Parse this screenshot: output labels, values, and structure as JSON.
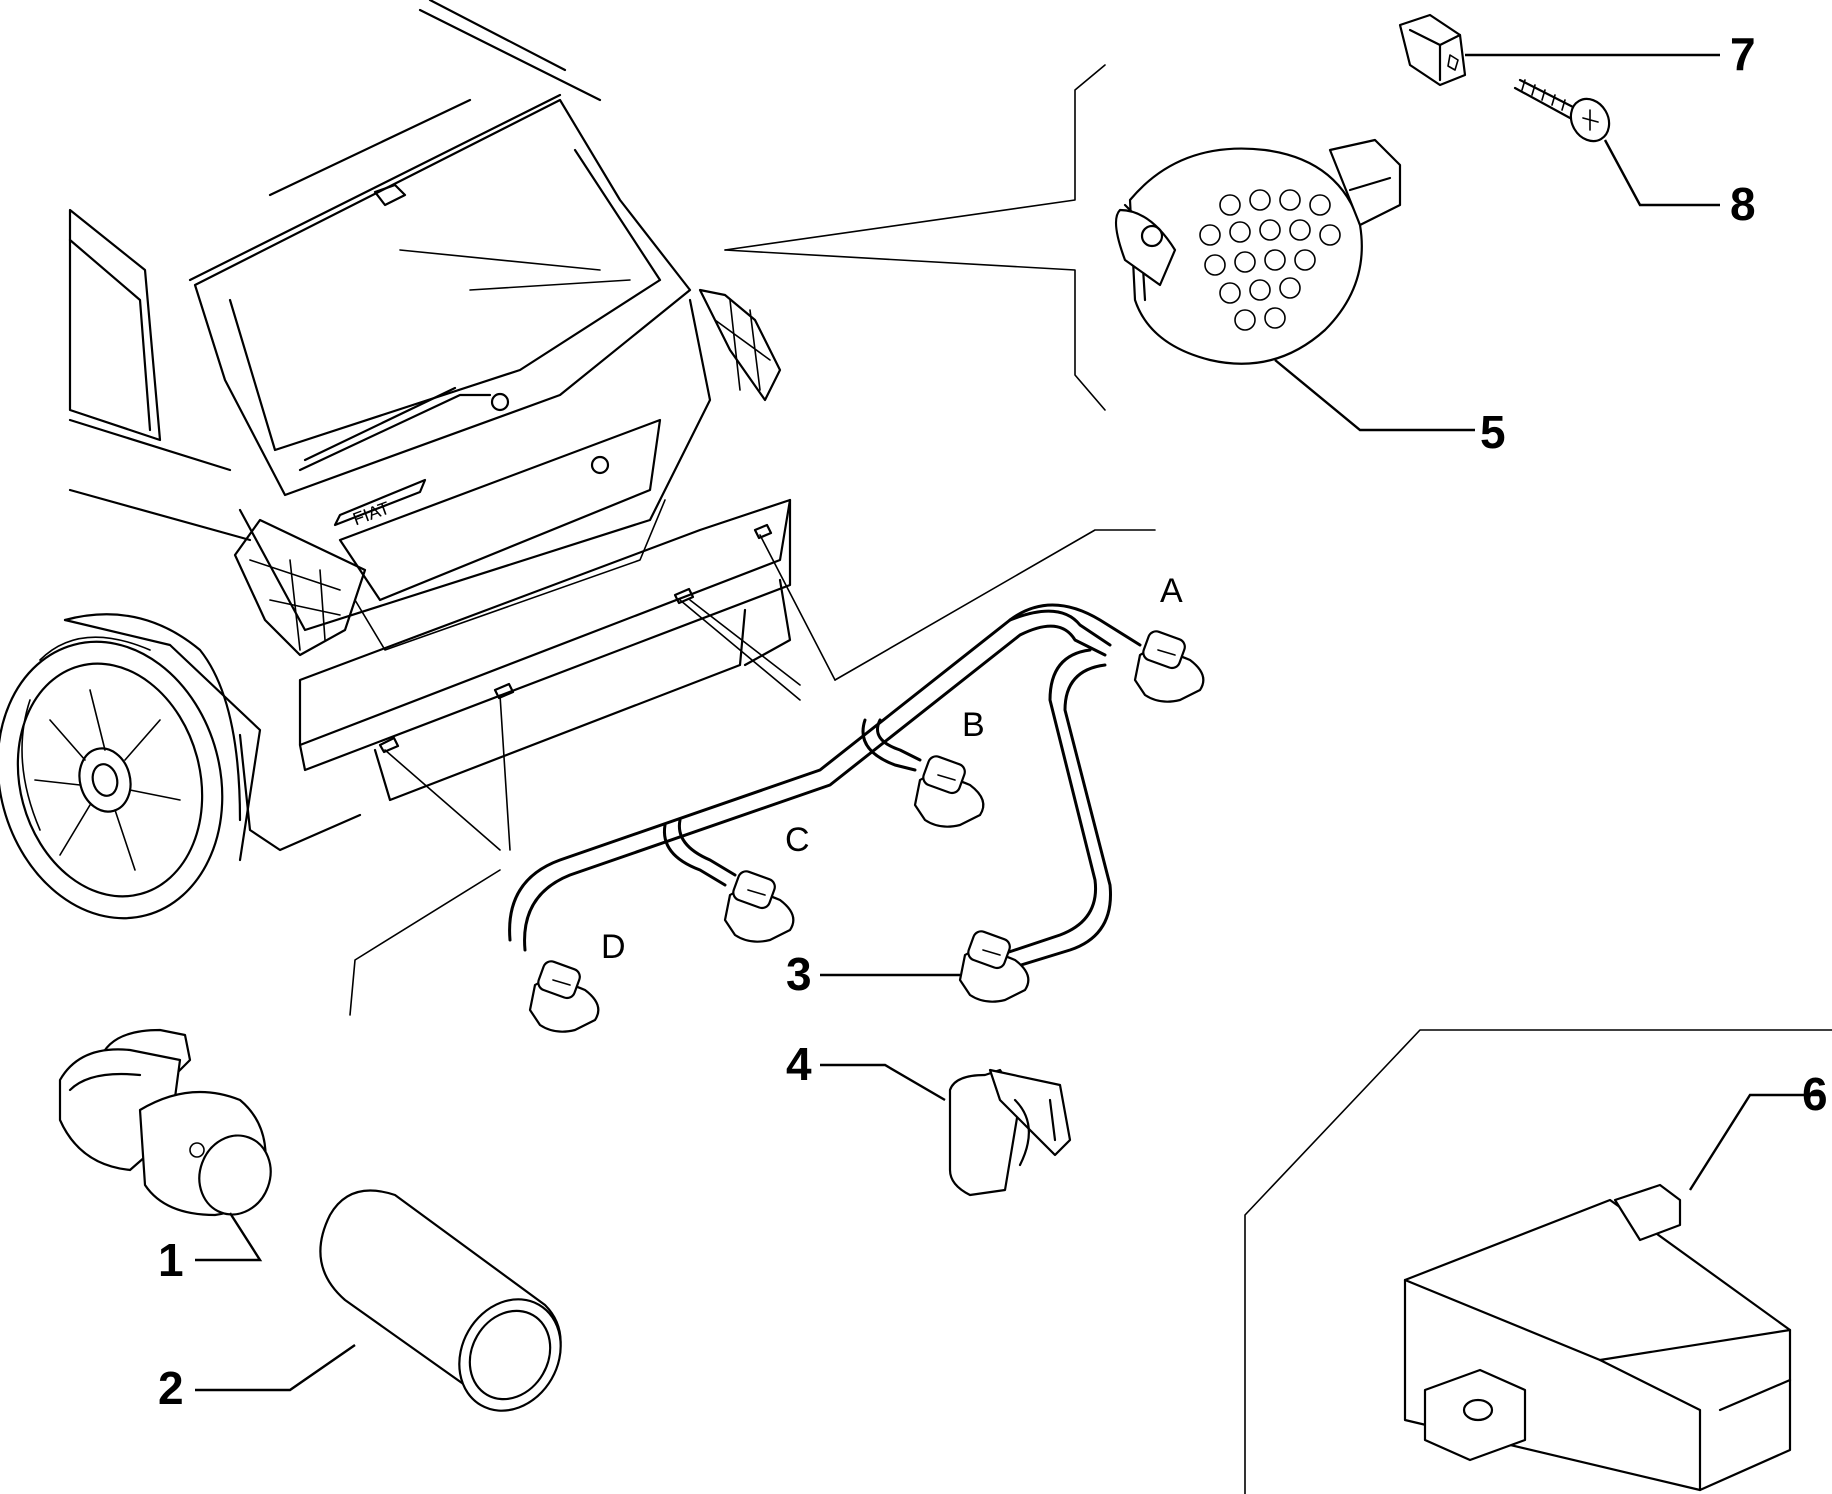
{
  "callouts": {
    "c1": "1",
    "c2": "2",
    "c3": "3",
    "c4": "4",
    "c5": "5",
    "c6": "6",
    "c7": "7",
    "c8": "8"
  },
  "connectors": {
    "a": "A",
    "b": "B",
    "c": "C",
    "d": "D"
  },
  "badge": "FIAT"
}
